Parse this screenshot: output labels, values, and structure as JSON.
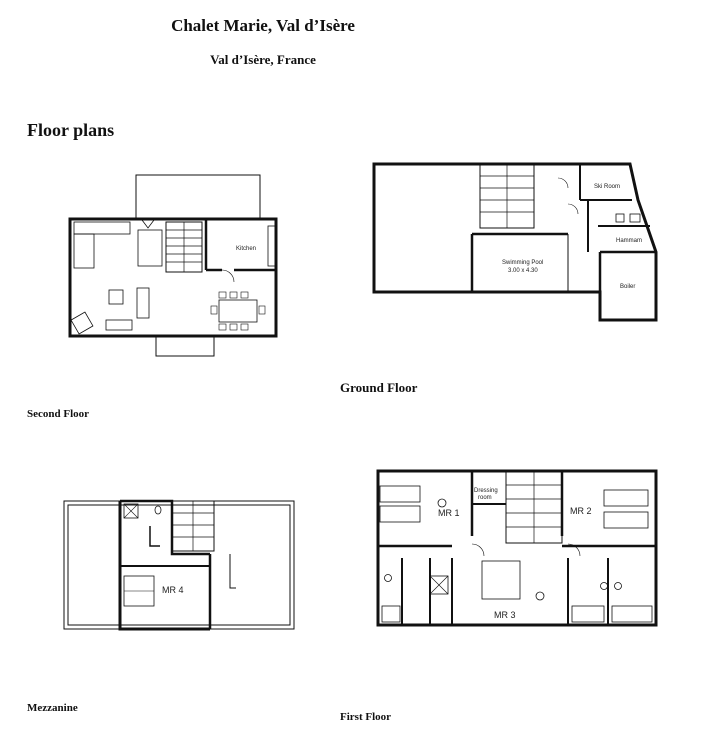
{
  "header": {
    "title": "Chalet Marie, Val d’Isère",
    "subtitle": "Val d’Isère, France"
  },
  "section_title": "Floor plans",
  "floors": {
    "second": {
      "caption": "Second Floor",
      "rooms": {
        "kitchen": "Kitchen"
      }
    },
    "ground": {
      "caption": "Ground Floor",
      "rooms": {
        "ski_room": "Ski Room",
        "hammam": "Hammam",
        "pool": "Swimming Pool",
        "pool_size": "3.00 x 4.30",
        "boiler": "Boiler"
      }
    },
    "mezzanine": {
      "caption": "Mezzanine",
      "rooms": {
        "mr4": "MR 4"
      }
    },
    "first": {
      "caption": "First Floor",
      "rooms": {
        "mr1": "MR 1",
        "dressing": "Dressing",
        "dressing2": "room",
        "mr2": "MR 2",
        "mr3": "MR 3"
      }
    }
  }
}
